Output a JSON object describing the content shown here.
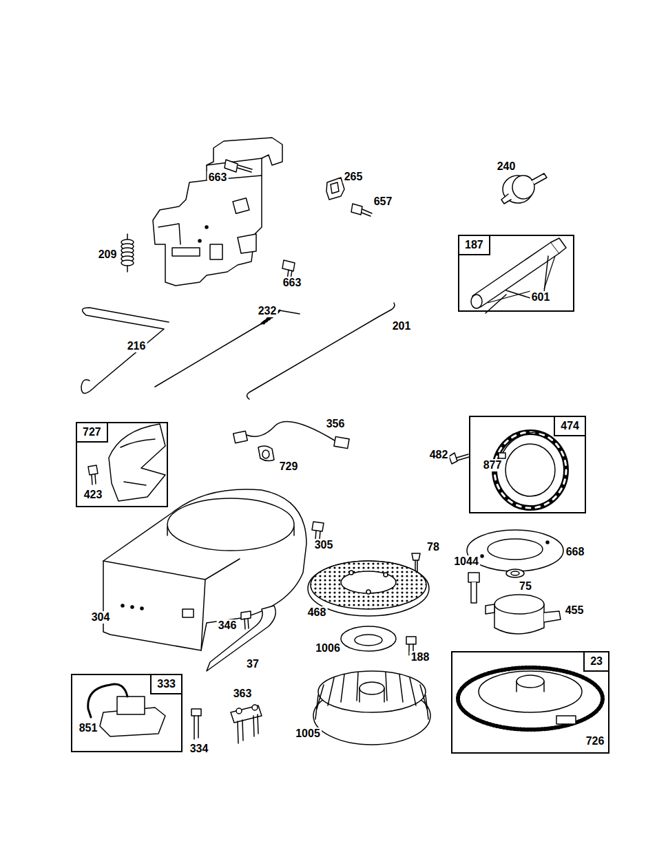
{
  "diagram": {
    "nodes": [
      {
        "text": [
          "187",
          "601"
        ]
      },
      {
        "text": [
          "727",
          "423"
        ]
      },
      {
        "text": [
          "474",
          "877"
        ]
      },
      {
        "text": [
          "333",
          "851"
        ]
      },
      {
        "text": [
          "23",
          "726"
        ]
      }
    ],
    "labels": [
      "663",
      "265",
      "240",
      "657",
      "209",
      "663",
      "232",
      "201",
      "216",
      "356",
      "729",
      "482",
      "305",
      "78",
      "1044",
      "668",
      "75",
      "304",
      "468",
      "346",
      "455",
      "1006",
      "188",
      "37",
      "363",
      "334",
      "1005"
    ]
  }
}
